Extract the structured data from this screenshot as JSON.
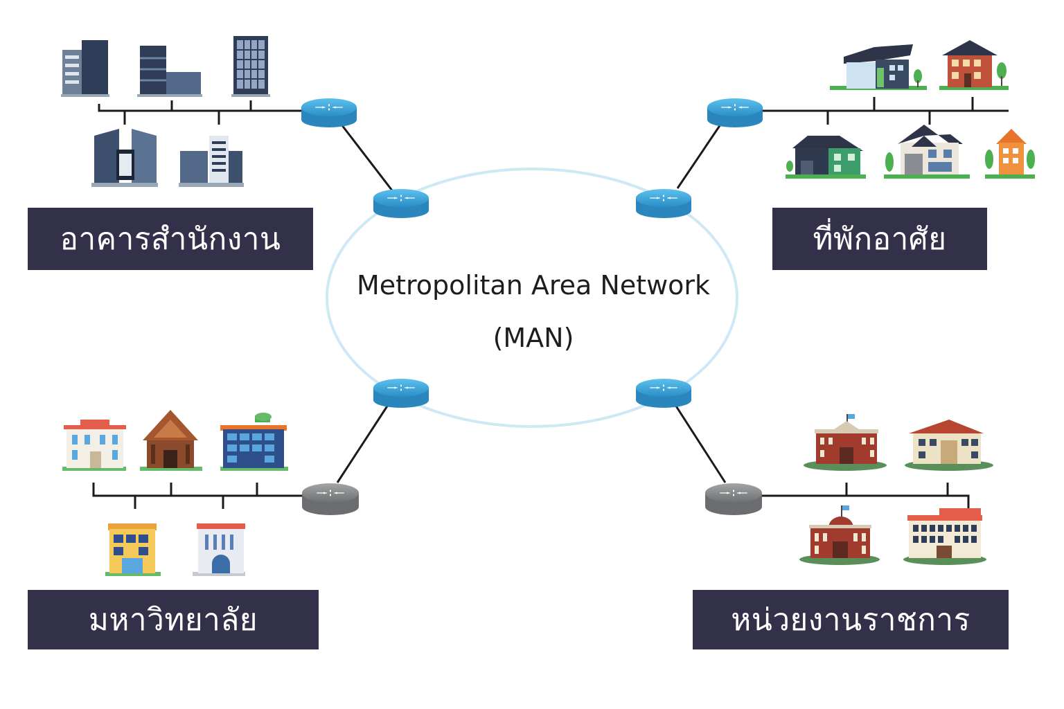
{
  "center": {
    "title": "Metropolitan Area Network",
    "subtitle": "(MAN)"
  },
  "groups": {
    "office": {
      "label": "อาคารสำนักงาน"
    },
    "residential": {
      "label": "ที่พักอาศัย"
    },
    "university": {
      "label": "มหาวิทยาลัย"
    },
    "government": {
      "label": "หน่วยงานราชการ"
    }
  },
  "colors": {
    "label_bg": "#33304a",
    "label_text": "#ffffff",
    "ring": "#cfe8f5",
    "router_blue": "#35a2d8",
    "router_gray": "#858789",
    "line": "#1a1a1a"
  }
}
